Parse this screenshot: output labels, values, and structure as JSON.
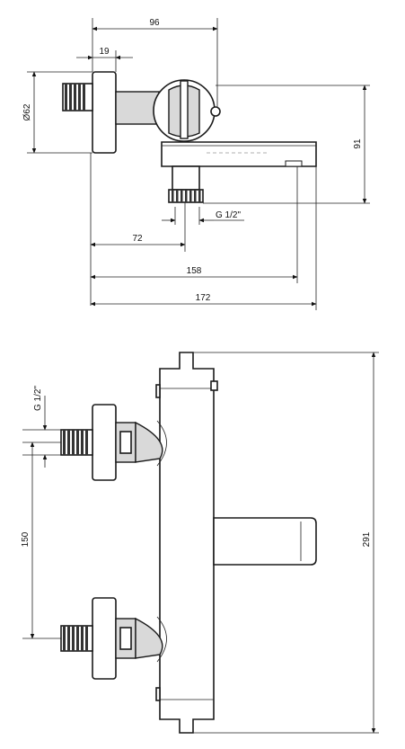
{
  "drawing": {
    "top_view": {
      "dim_96": "96",
      "dim_19": "19",
      "dim_diameter": "Ø62",
      "dim_91": "91",
      "dim_thread": "G 1/2\"",
      "dim_72": "72",
      "dim_158": "158",
      "dim_172": "172"
    },
    "front_view": {
      "dim_thread": "G 1/2\"",
      "dim_150": "150",
      "dim_291": "291"
    }
  }
}
